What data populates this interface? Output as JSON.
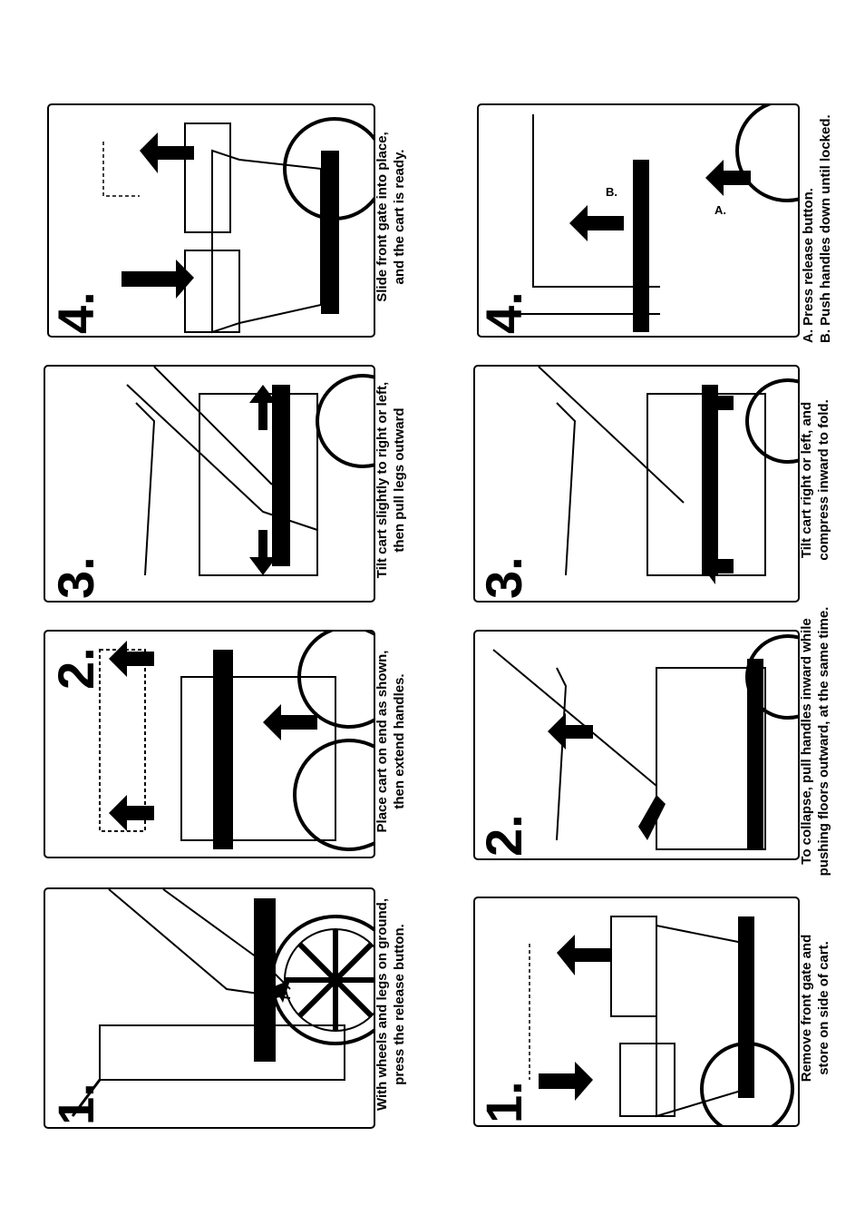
{
  "setup": {
    "steps": [
      {
        "number": "1.",
        "caption": [
          "With wheels and legs on ground,",
          "press the release button."
        ]
      },
      {
        "number": "2.",
        "caption": [
          "Place cart on end as shown,",
          "then extend handles."
        ]
      },
      {
        "number": "3.",
        "caption": [
          "Tilt cart slightly to right or left,",
          "then pull legs outward"
        ]
      },
      {
        "number": "4.",
        "caption": [
          "Slide front gate into place,",
          "and the cart is ready."
        ]
      }
    ]
  },
  "collapse": {
    "steps": [
      {
        "number": "1.",
        "caption": [
          "Remove front gate and",
          "store on side of cart."
        ]
      },
      {
        "number": "2.",
        "caption": [
          "To collapse, pull handles inward while",
          "pushing floors outward, at the same time."
        ]
      },
      {
        "number": "3.",
        "caption": [
          "Tilt cart right or left, and",
          "compress inward to fold."
        ]
      },
      {
        "number": "4.",
        "caption": [
          "A.  Press release button.",
          "B.  Push handles down until locked."
        ],
        "labels": [
          "A.",
          "B."
        ]
      }
    ]
  }
}
